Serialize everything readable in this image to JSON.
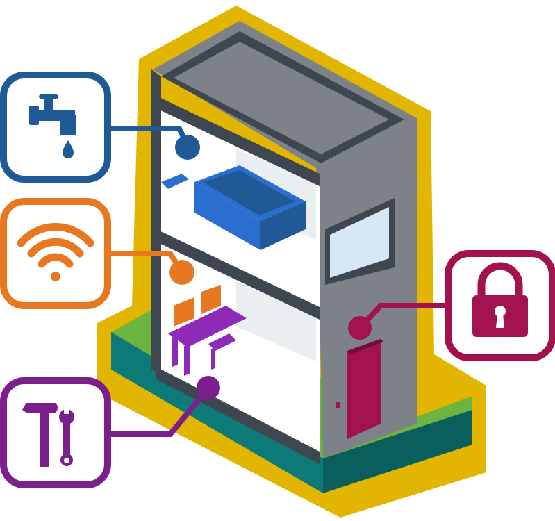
{
  "colors": {
    "outline_yellow": "#E2B600",
    "grass_green": "#6DB33F",
    "base_teal": "#0E7A77",
    "base_teal_dark": "#0A5F5D",
    "wall_gray": "#7C8287",
    "wall_dark": "#3E4650",
    "interior_white": "#FFFFFF",
    "interior_light": "#E9EEF1",
    "water_blue": "#1F5A96",
    "bath_blue": "#2A6FD0",
    "wifi_orange": "#E87722",
    "tools_purple": "#7A1F8C",
    "furniture_purple": "#8E2AB8",
    "lock_maroon": "#A1124F",
    "window_glass": "#D6E8F5"
  },
  "callouts": [
    {
      "id": "water",
      "icon": "water-faucet-icon",
      "color_key": "water_blue"
    },
    {
      "id": "wifi",
      "icon": "wifi-icon",
      "color_key": "wifi_orange"
    },
    {
      "id": "maintenance",
      "icon": "hammer-wrench-icon",
      "color_key": "tools_purple"
    },
    {
      "id": "security",
      "icon": "padlock-icon",
      "color_key": "lock_maroon"
    }
  ]
}
